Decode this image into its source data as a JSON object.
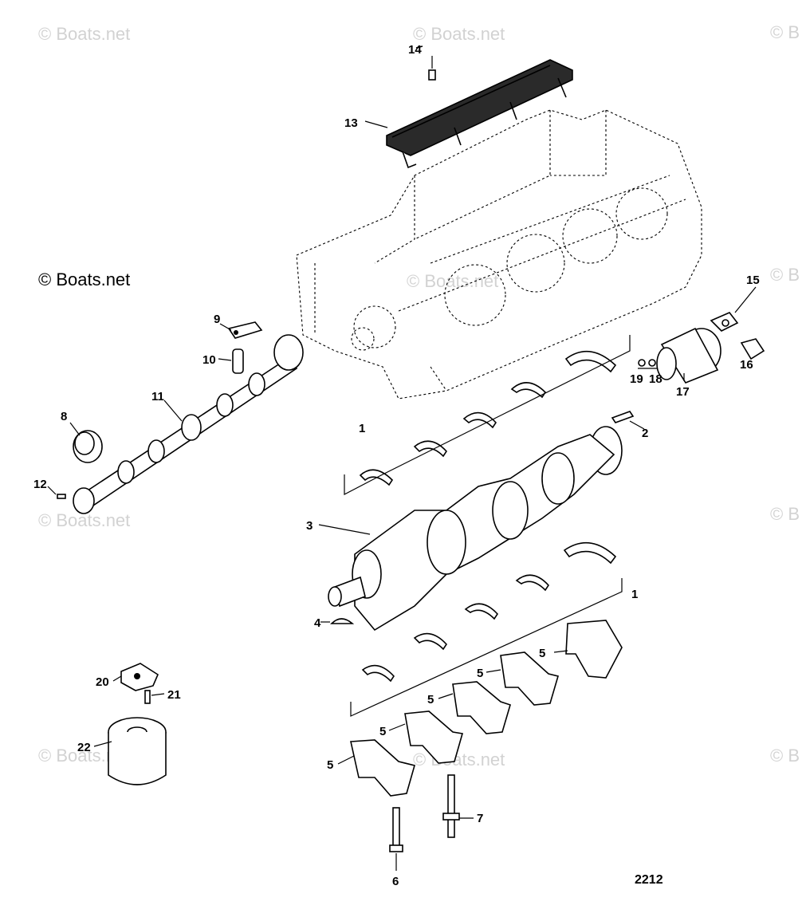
{
  "watermark": {
    "text": "© Boats.net",
    "text_clipped": "© B"
  },
  "drawing_number": "2212",
  "callouts": [
    {
      "id": "c14",
      "label": "14"
    },
    {
      "id": "c13",
      "label": "13"
    },
    {
      "id": "c9",
      "label": "9"
    },
    {
      "id": "c10",
      "label": "10"
    },
    {
      "id": "c11",
      "label": "11"
    },
    {
      "id": "c8",
      "label": "8"
    },
    {
      "id": "c12",
      "label": "12"
    },
    {
      "id": "c15",
      "label": "15"
    },
    {
      "id": "c16",
      "label": "16"
    },
    {
      "id": "c19",
      "label": "19"
    },
    {
      "id": "c18",
      "label": "18"
    },
    {
      "id": "c17",
      "label": "17"
    },
    {
      "id": "c1a",
      "label": "1"
    },
    {
      "id": "c2",
      "label": "2"
    },
    {
      "id": "c3",
      "label": "3"
    },
    {
      "id": "c1b",
      "label": "1"
    },
    {
      "id": "c4",
      "label": "4"
    },
    {
      "id": "c5a",
      "label": "5"
    },
    {
      "id": "c5b",
      "label": "5"
    },
    {
      "id": "c5c",
      "label": "5"
    },
    {
      "id": "c5d",
      "label": "5"
    },
    {
      "id": "c5e",
      "label": "5"
    },
    {
      "id": "c20",
      "label": "20"
    },
    {
      "id": "c21",
      "label": "21"
    },
    {
      "id": "c22",
      "label": "22"
    },
    {
      "id": "c7",
      "label": "7"
    },
    {
      "id": "c6",
      "label": "6"
    }
  ]
}
